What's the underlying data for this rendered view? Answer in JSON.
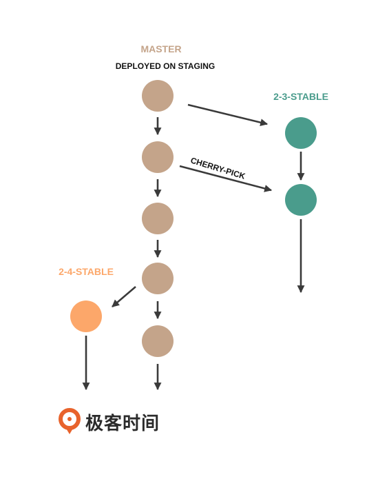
{
  "colors": {
    "master": "#c4a48a",
    "stable23": "#4a9c8c",
    "stable24": "#fca76a",
    "arrow": "#3a3a3a",
    "logo_accent": "#e8632c",
    "logo_text": "#2b2b2b"
  },
  "branches": {
    "master_label": "MASTER",
    "master_sublabel": "DEPLOYED ON STAGING",
    "stable23_label": "2-3-STABLE",
    "stable24_label": "2-4-STABLE"
  },
  "annotations": {
    "cherry_pick": "CHERRY-PICK"
  },
  "logo": {
    "icon": "geektime-logo-icon",
    "text": "极客时间"
  }
}
